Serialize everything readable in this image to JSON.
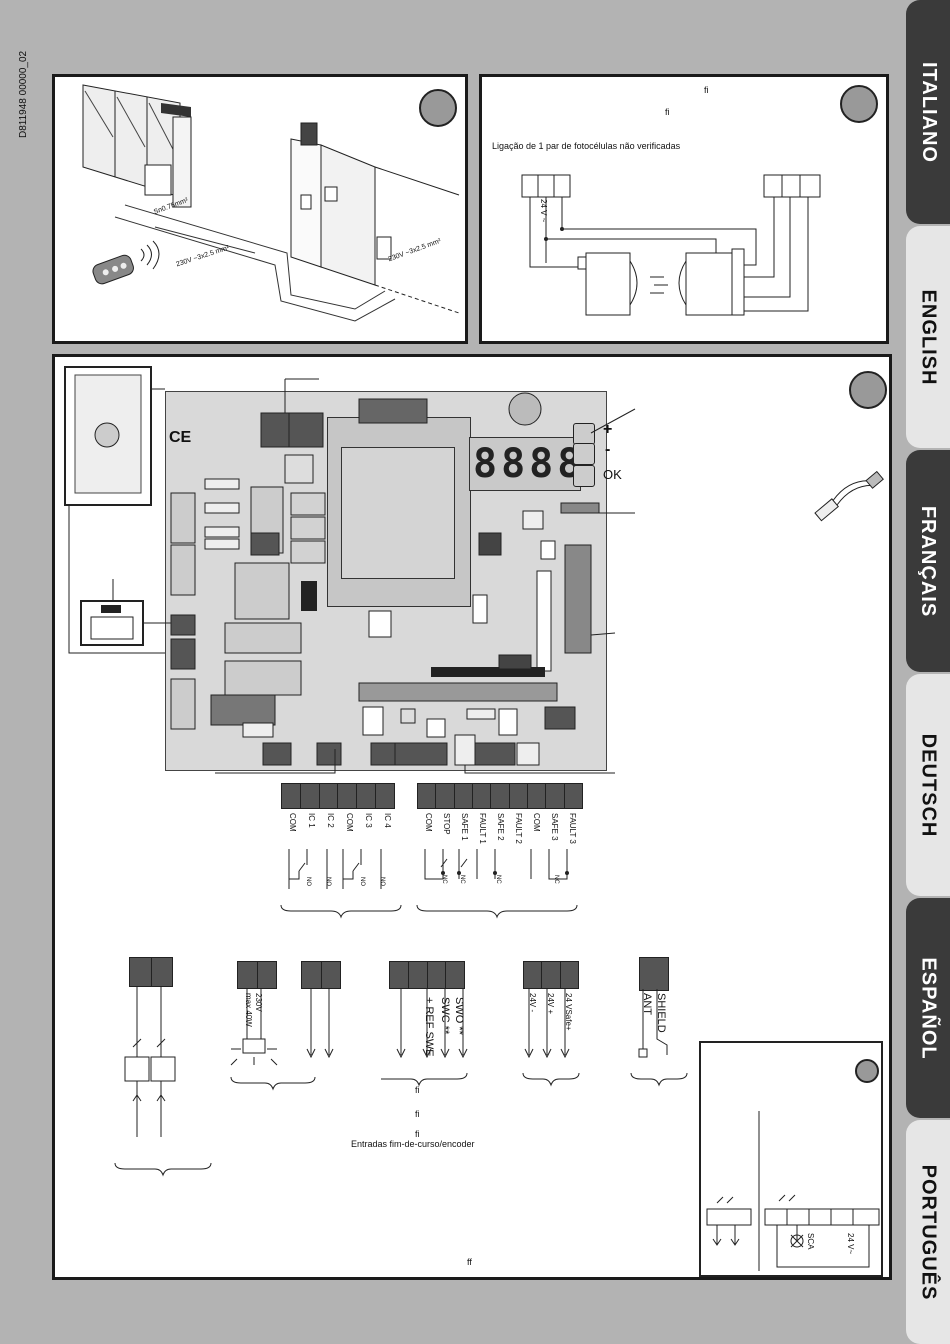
{
  "document": {
    "code": "D811948 00000_02"
  },
  "tabs": [
    {
      "label": "ITALIANO",
      "style": "dark"
    },
    {
      "label": "ENGLISH",
      "style": "light"
    },
    {
      "label": "FRANÇAIS",
      "style": "dark"
    },
    {
      "label": "DEUTSCH",
      "style": "light"
    },
    {
      "label": "ESPAÑOL",
      "style": "dark"
    },
    {
      "label": "PORTUGUÊS",
      "style": "light"
    }
  ],
  "panel_install": {
    "labels": [
      "Sn0.75mm²",
      "230V ~3x2.5 mm²",
      "230V ~3x2.5 mm²"
    ]
  },
  "panel_photocells": {
    "marks": [
      "fi",
      "fi"
    ],
    "title": "Ligação de 1 par de fotocélulas não verificadas",
    "voltage_label": "24 V ~"
  },
  "board": {
    "ce_mark": "CE",
    "display_digits": "8888",
    "buttons": [
      "+",
      "-",
      "OK"
    ],
    "terminals_inputs": [
      "COM",
      "IC 1",
      "IC 2",
      "COM",
      "IC 3",
      "IC 4"
    ],
    "inputs_contacts": [
      "NO",
      "NO",
      "NO",
      "NO"
    ],
    "terminals_safety": [
      "COM",
      "STOP",
      "SAFE 1",
      "FAULT 1",
      "SAFE 2",
      "FAULT 2",
      "COM",
      "SAFE 3",
      "FAULT 3"
    ],
    "safety_contacts": [
      "NC",
      "NC",
      "NC",
      "NC"
    ]
  },
  "bottom_labels": {
    "lamp": [
      "230V",
      "max 40W"
    ],
    "limit_switch": [
      "SWO **",
      "SWC **",
      "+ REF SWE"
    ],
    "power": [
      "24V -",
      "24V +",
      "24 VSafe+"
    ],
    "antenna": [
      "SHIELD",
      "ANT"
    ],
    "notes": [
      "fi",
      "fi",
      "fi"
    ],
    "limit_caption": "Entradas fim-de-curso/encoder",
    "footer_mark": "ff"
  },
  "inset": {
    "labels": [
      "SCA",
      "24 V~"
    ]
  }
}
